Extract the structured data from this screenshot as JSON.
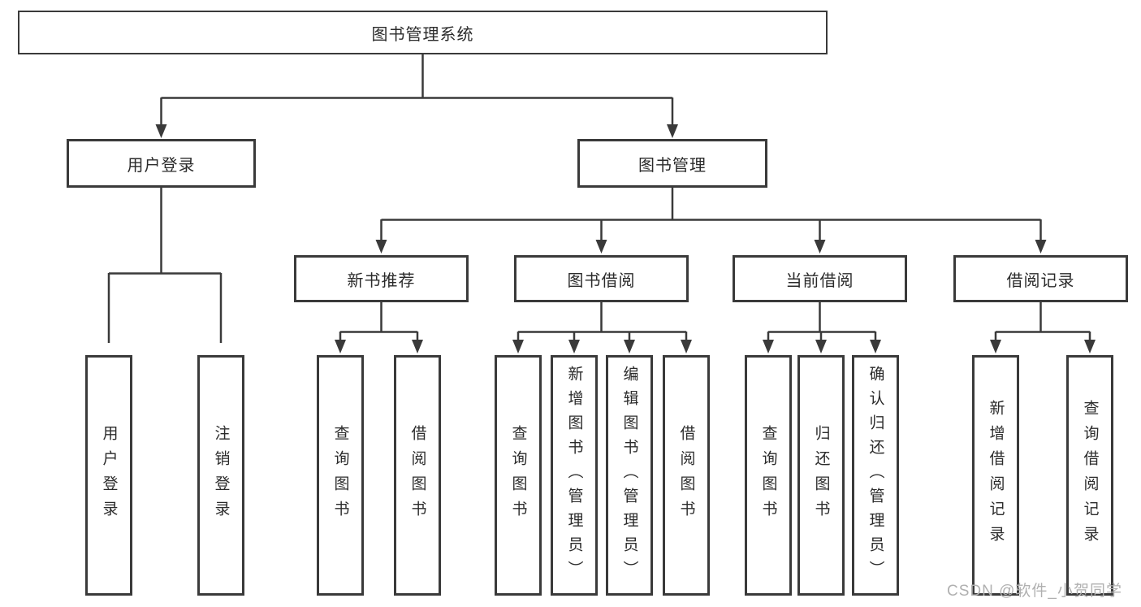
{
  "tree": {
    "root": {
      "label": "图书管理系统"
    },
    "level2": [
      {
        "label": "用户登录"
      },
      {
        "label": "图书管理"
      }
    ],
    "level3": [
      {
        "label": "新书推荐"
      },
      {
        "label": "图书借阅"
      },
      {
        "label": "当前借阅"
      },
      {
        "label": "借阅记录"
      }
    ],
    "leaves": {
      "user_login": [
        "用户登录",
        "注销登录"
      ],
      "new_books": [
        "查询图书",
        "借阅图书"
      ],
      "book_borrowing": [
        "查询图书",
        "新增图书（管理员）",
        "编辑图书（管理员）",
        "借阅图书"
      ],
      "current_borrowing": [
        "查询图书",
        "归还图书",
        "确认归还（管理员）"
      ],
      "borrow_records": [
        "新增借阅记录",
        "查询借阅记录"
      ]
    }
  },
  "watermark": {
    "text": "CSDN @软件_小贺同学"
  },
  "colors": {
    "line": "#3a3a3a",
    "text": "#2b2b2b",
    "watermark": "#b0b0b0",
    "background": "#ffffff"
  }
}
